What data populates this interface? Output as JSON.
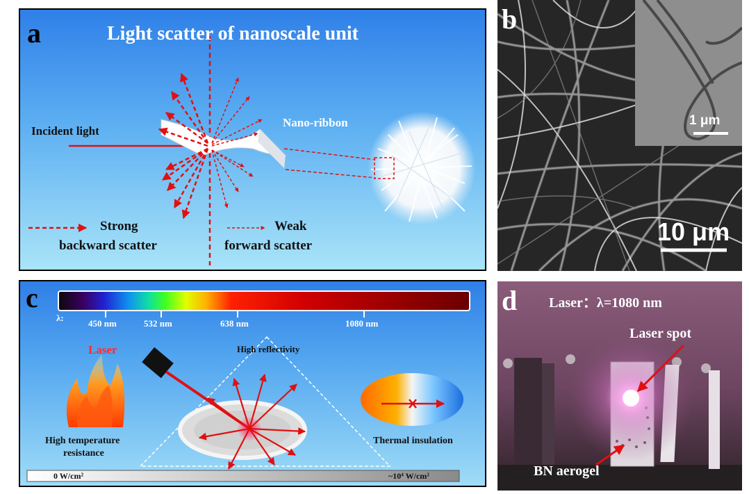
{
  "panel_a": {
    "letter": "a",
    "title": "Light scatter of nanoscale unit",
    "incident_label": "Incident light",
    "ribbon_label": "Nano-ribbon",
    "strong_line1": "Strong",
    "strong_line2": "backward scatter",
    "weak_line1": "Weak",
    "weak_line2": "forward scatter"
  },
  "panel_b": {
    "letter": "b",
    "inset_scale": "1 μm",
    "main_scale": "10 μm"
  },
  "panel_c": {
    "letter": "c",
    "lambda_label": "λ:",
    "ticks": [
      "450 nm",
      "532 nm",
      "638 nm",
      "1080 nm"
    ],
    "laser_label": "Laser",
    "reflectivity_label": "High reflectivity",
    "temp_line1": "High temperature",
    "temp_line2": "resistance",
    "thermal_label": "Thermal insulation",
    "power_min": "0 W/cm²",
    "power_max": "~10⁴ W/cm²"
  },
  "panel_d": {
    "letter": "d",
    "laser_info": "Laser：λ=1080 nm",
    "spot_label": "Laser spot",
    "aerogel_label": "BN aerogel"
  },
  "colors": {
    "arrow_red": "#e01010",
    "laser_label_red": "#ff2a2a",
    "glow_pink": "#ff7ad8"
  }
}
